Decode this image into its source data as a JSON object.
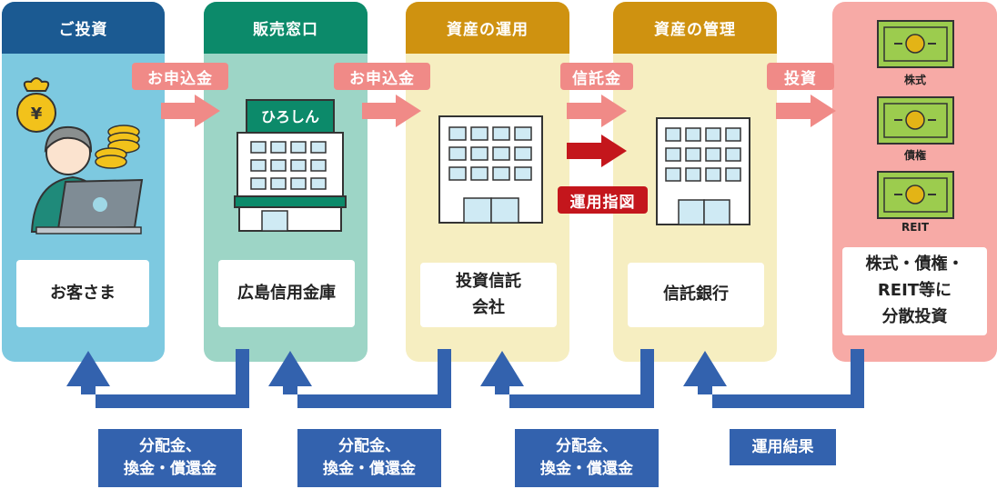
{
  "columns": [
    {
      "header": "ご投資",
      "label": "お客さま",
      "header_color": "#1b5a92",
      "body_color": "#7dc9e0"
    },
    {
      "header": "販売窓口",
      "label": "広島信用金庫",
      "header_color": "#0c8a6a",
      "body_color": "#9dd5c6"
    },
    {
      "header": "資産の運用",
      "label": "投資信託\n会社",
      "header_color": "#cf9210",
      "body_color": "#f6eec1"
    },
    {
      "header": "資産の管理",
      "label": "信託銀行",
      "header_color": "#cf9210",
      "body_color": "#f6eec1"
    },
    {
      "header": "",
      "label": "株式・債権・\nREIT等に\n分散投資",
      "header_color": "#f7aaa6",
      "body_color": "#f7aaa6"
    }
  ],
  "flow_tags": {
    "apply1": "お申込金",
    "apply2": "お申込金",
    "trust": "信託金",
    "invest": "投資",
    "instruction": "運用指図"
  },
  "bank_sign": "ひろしん",
  "yen_symbol": "¥",
  "assets": [
    "株式",
    "債権",
    "REIT"
  ],
  "returns": {
    "r1": "分配金、\n換金・償還金",
    "r2": "分配金、\n換金・償還金",
    "r3": "分配金、\n換金・償還金",
    "r4": "運用結果"
  },
  "colors": {
    "arrow_pink": "#f08a87",
    "arrow_red": "#c4161c",
    "return_blue": "#3362ae",
    "bill_green": "#9ccc4e",
    "bill_gold": "#e3b416"
  }
}
